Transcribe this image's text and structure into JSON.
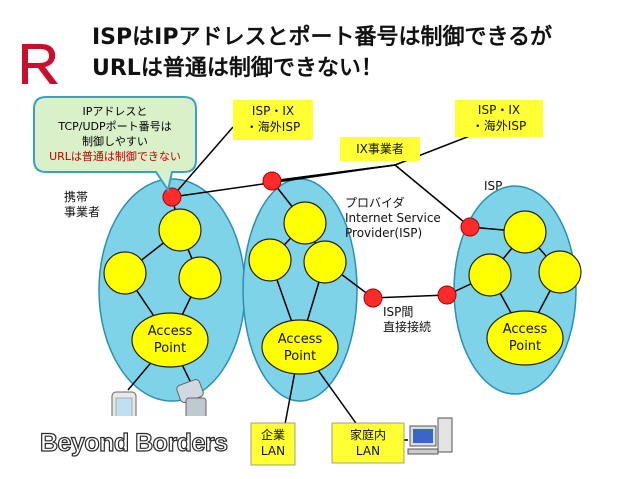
{
  "title_lines": [
    "ISPはIPアドレスとポート番号は制御できるが",
    "URLは普通は制御できない！"
  ],
  "callout": {
    "line1": "IPアドレスと",
    "line2": "TCP/UDPポート番号は",
    "line3": "制御しやすい",
    "line4": "URLは普通は制御できない"
  },
  "isp_ix_left": {
    "line1": "ISP・IX",
    "line2": "・海外ISP"
  },
  "isp_ix_right": {
    "line1": "ISP・IX",
    "line2": "・海外ISP"
  },
  "ix_operator": "IX事業者",
  "mobile_carrier": {
    "line1": "携帯",
    "line2": "事業者"
  },
  "provider": {
    "line1": "プロバイダ",
    "line2": "Internet Service",
    "line3": "Provider(ISP)"
  },
  "isp_label": "ISP",
  "isp_direct": {
    "line1": "ISP間",
    "line2": "直接接続"
  },
  "access_point_1": {
    "line1": "Access",
    "line2": "Point"
  },
  "access_point_2": {
    "line1": "Access",
    "line2": "Point"
  },
  "access_point_3": {
    "line1": "Access",
    "line2": "Point"
  },
  "enterprise_lan": {
    "line1": "企業",
    "line2": "LAN"
  },
  "home_lan": {
    "line1": "家庭内",
    "line2": "LAN"
  },
  "brand": "Beyond Borders",
  "colors": {
    "ellipse_fill": "#7fd3e8",
    "node_fill": "#ffff00",
    "router_fill": "#ff2b2b",
    "box_fill": "#ffff33",
    "callout_fill": "#d9f0c8",
    "callout_border": "#3aa0c8",
    "logo_red": "#c8102e"
  }
}
